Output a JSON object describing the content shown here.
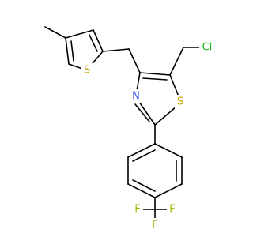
{
  "molecule": {
    "atoms": {
      "cl": {
        "label": "Cl"
      },
      "s_thiazole": {
        "label": "S"
      },
      "n_thiazole": {
        "label": "N"
      },
      "s_thiophene": {
        "label": "S"
      },
      "f1": {
        "label": "F"
      },
      "f2": {
        "label": "F"
      },
      "f3": {
        "label": "F"
      }
    },
    "colors": {
      "bond": "#000000",
      "chlorine": "#1fb51f",
      "sulfur": "#c8a000",
      "nitrogen": "#3050f8",
      "fluorine": "#8fbf00"
    }
  }
}
